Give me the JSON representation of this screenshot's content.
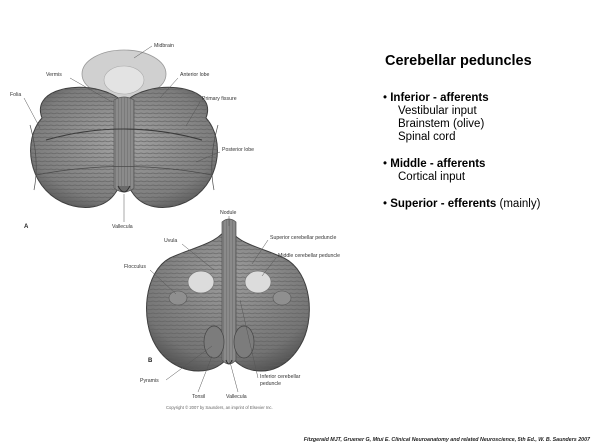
{
  "title": "Cerebellar peduncles",
  "bullets": [
    {
      "head": "Inferior - afferents",
      "tail": "",
      "sub": [
        "Vestibular input",
        "Brainstem (olive)",
        "Spinal cord"
      ]
    },
    {
      "head": "Middle - afferents",
      "tail": "",
      "sub": [
        "Cortical input"
      ]
    },
    {
      "head": "Superior - efferents",
      "tail": " (mainly)",
      "sub": []
    }
  ],
  "figure": {
    "panel_a": "A",
    "panel_b": "B",
    "labels": {
      "midbrain": "Midbrain",
      "vermis": "Vermis",
      "anterior_lobe": "Anterior lobe",
      "folia": "Folia",
      "primary_fissure": "Primary fissure",
      "posterior_lobe": "Posterior lobe",
      "vallecula_a": "Vallecula",
      "nodule": "Nodule",
      "uvula": "Uvula",
      "superior_peduncle": "Superior cerebellar peduncle",
      "middle_peduncle": "Middle cerebellar peduncle",
      "flocculus": "Flocculus",
      "pyramis": "Pyramis",
      "tonsil": "Tonsil",
      "vallecula_b": "Vallecula",
      "inferior_peduncle_1": "Inferior cerebellar",
      "inferior_peduncle_2": "peduncle"
    },
    "copyright": "Copyright © 2007 by Saunders, an imprint of Elsevier Inc."
  },
  "citation": "Fitzgerald MJT, Gruener G, Mtui E. Clinical Neuroanatomy and related Neuroscience, 5th Ed., W. B. Saunders 2007"
}
